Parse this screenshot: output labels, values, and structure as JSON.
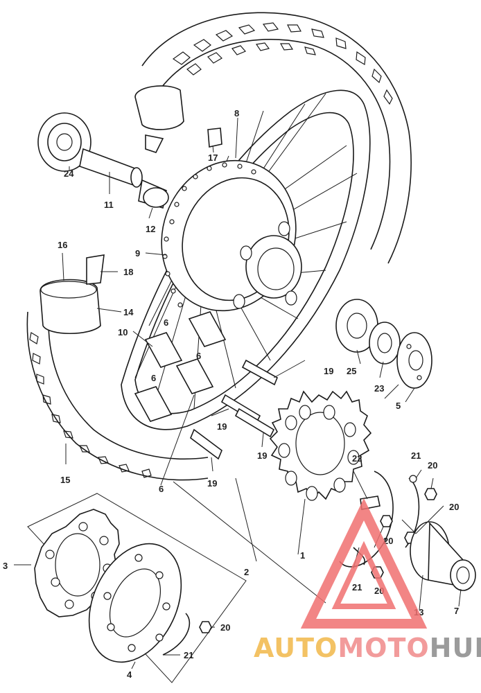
{
  "callouts": {
    "c1": "1",
    "c2": "2",
    "c3": "3",
    "c4": "4",
    "c5": "5",
    "c6a": "6",
    "c6b": "6",
    "c6c": "6",
    "c6d": "6",
    "c7": "7",
    "c8": "8",
    "c9": "9",
    "c10": "10",
    "c11": "11",
    "c12": "12",
    "c13": "13",
    "c14": "14",
    "c15": "15",
    "c16": "16",
    "c17": "17",
    "c18": "18",
    "c19a": "19",
    "c19b": "19",
    "c19c": "19",
    "c19d": "19",
    "c20a": "20",
    "c20b": "20",
    "c20c": "20",
    "c20d": "20",
    "c20e": "20",
    "c21a": "21",
    "c21b": "21",
    "c21c": "21",
    "c22": "22",
    "c23": "23",
    "c24": "24",
    "c25": "25"
  },
  "watermark": {
    "part1": "AUTO",
    "part2": "MOTO",
    "part3": "HUB",
    "colors": {
      "auto": "#f2b84a",
      "moto": "#f08a8a",
      "hub": "#8a8a8a",
      "triangle": "#f07070"
    }
  }
}
